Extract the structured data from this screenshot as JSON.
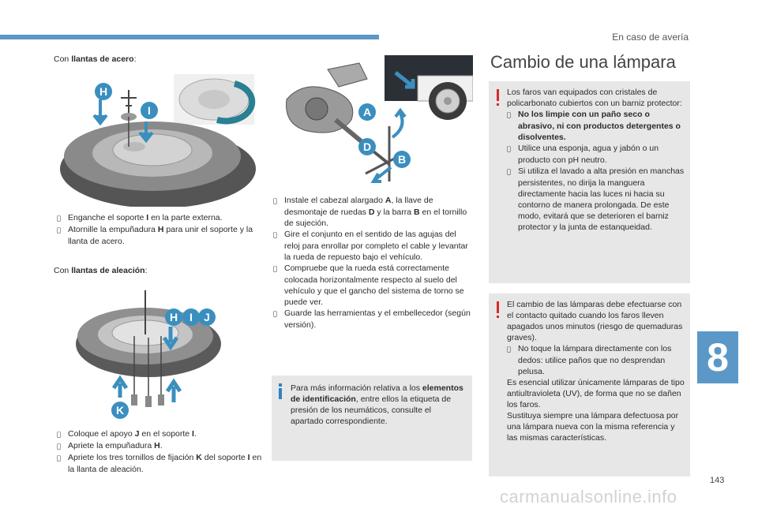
{
  "header": {
    "section": "En caso de avería"
  },
  "left": {
    "steel_intro_prefix": "Con ",
    "steel_intro_bold": "llantas de acero",
    "steel_intro_suffix": ":",
    "steel_steps": [
      {
        "a": "Enganche el soporte ",
        "b": "I",
        "c": " en la parte externa."
      },
      {
        "a": "Atornille la empuñadura ",
        "b": "H",
        "c": " para unir el soporte y la llanta de acero."
      }
    ],
    "alloy_intro_prefix": "Con ",
    "alloy_intro_bold": "llantas de aleación",
    "alloy_intro_suffix": ":",
    "alloy_steps": [
      {
        "a": "Coloque el apoyo ",
        "b": "J",
        "c": " en el soporte ",
        "d": "I",
        "e": "."
      },
      {
        "a": "Apriete la empuñadura ",
        "b": "H",
        "c": "."
      },
      {
        "a": "Apriete los tres tornillos de fijación ",
        "b": "K",
        "c": " del soporte ",
        "d": "I",
        "e": " en la llanta de aleación."
      }
    ],
    "fig_labels": {
      "h": "H",
      "i": "I",
      "j": "J",
      "k": "K"
    }
  },
  "middle": {
    "steps": [
      {
        "a": "Instale el cabezal alargado ",
        "b": "A",
        "c": ", la llave de desmontaje de ruedas ",
        "d": "D",
        "e": " y la barra ",
        "f": "B",
        "g": " en el tornillo de sujeción."
      },
      {
        "a": "Gire el conjunto en el sentido de las agujas del reloj para enrollar por completo el cable y levantar la rueda de repuesto bajo el vehículo."
      },
      {
        "a": "Compruebe que la rueda está correctamente colocada horizontalmente respecto al suelo del vehículo y que el gancho del sistema de torno se puede ver."
      },
      {
        "a": "Guarde las herramientas y el embellecedor (según versión)."
      }
    ],
    "info_a": "Para más información relativa a los ",
    "info_b": "elementos de identificación",
    "info_c": ", entre ellos la etiqueta de presión de los neumáticos, consulte el apartado correspondiente.",
    "fig_labels": {
      "a": "A",
      "d": "D",
      "b": "B"
    }
  },
  "right": {
    "title": "Cambio de una lámpara",
    "box1_intro": "Los faros van equipados con cristales de policarbonato cubiertos con un barniz protector:",
    "box1_items": [
      "No los limpie con un paño seco o abrasivo, ni con productos detergentes o disolventes.",
      "Utilice una esponja, agua y jabón o un producto con pH neutro.",
      "Si utiliza el lavado a alta presión en manchas persistentes, no dirija la manguera directamente hacia las luces ni hacia su contorno de manera prolongada. De este modo, evitará que se deterioren el barniz protector y la junta de estanqueidad."
    ],
    "box2_intro": "El cambio de las lámparas debe efectuarse con el contacto quitado cuando los faros lleven apagados unos minutos (riesgo de quemaduras graves).",
    "box2_item": "No toque la lámpara directamente con los dedos: utilice paños que no desprendan pelusa.",
    "box2_p1": "Es esencial utilizar únicamente lámparas de tipo antiultravioleta (UV), de forma que no se dañen los faros.",
    "box2_p2": "Sustituya siempre una lámpara defectuosa por una lámpara nueva con la misma referencia y las mismas características."
  },
  "footer": {
    "chapter": "8",
    "page": "143",
    "watermark": "carmanualsonline.info"
  },
  "colors": {
    "accent": "#5b98c7",
    "warning": "#d42b2b",
    "info": "#2d83c5",
    "box": "#e7e7e8"
  }
}
